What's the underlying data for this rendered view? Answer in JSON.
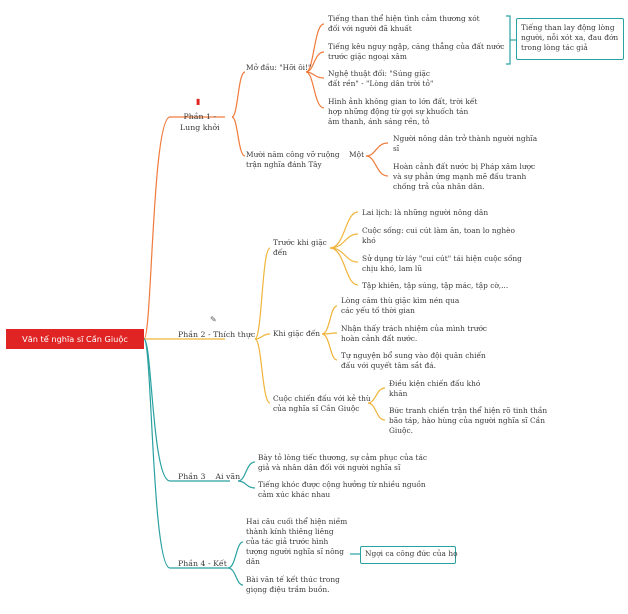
{
  "root": "Văn tế nghĩa sĩ Cần Giuộc",
  "p1": {
    "title": "Phần 1 -\nLung khởi",
    "mo_dau": "Mở đầu: \"Hỡi ôi!\"",
    "mo_dau_items": [
      "Tiếng than thể hiện tình cảm thương xót\nđối với người đã khuất",
      "Tiếng kêu nguy ngập, căng thẳng của đất nước\ntrước giặc ngoại xâm",
      "Nghệ thuật đối: \"Súng giặc\nđất rền\" - \"Lòng dân trời tỏ\"",
      "Hình ảnh không gian to lớn đất, trời kết\nhợp những động từ gợi sự khuốch tán\nâm thanh, ánh sáng rền, tỏ"
    ],
    "summary": "Tiếng than lay động lòng\nngười, nỗi xót xa, đau đớn\ntrong lòng tác giả",
    "muoi_nam": "Mười năm công vỡ ruộng    Một\ntrận nghĩa đánh Tây",
    "muoi_nam_items": [
      "Người nông dân trở thành người nghĩa\nsĩ",
      "Hoàn cảnh đất nước bị Pháp xâm lược\nvà sự phản ứng mạnh mẽ đấu tranh\nchống trả của nhân dân."
    ]
  },
  "p2": {
    "title": "Phần 2 - Thích thực",
    "truoc": "Trước khi giặc\nđến",
    "truoc_items": [
      "Lai lịch: là những người nông dân",
      "Cuộc sống: cui cút làm ăn, toan lo nghèo\nkhó",
      "Sử dụng từ láy \"cui cút\" tái hiện cuộc sống\nchịu khó, lam lũ",
      "Tập khiên, tập súng, tập mác, tập cờ,..."
    ],
    "khi": "Khi giặc đến",
    "khi_items": [
      "Lòng căm thù giặc kìm nén qua\ncác yếu tố thời gian",
      "Nhận thấy trách nhiệm của mình trước\nhoàn cảnh đất nước.",
      "Tự nguyện bổ sung vào đội quân chiến\nđấu với quyết tâm sắt đá."
    ],
    "cuoc": "Cuộc chiến đấu với kẻ thù\ncủa nghĩa sĩ Cần Giuộc",
    "cuoc_items": [
      "Điều kiện chiến đấu khó\nkhăn",
      "Bức tranh chiến trận thể hiện rõ tinh thần\nbão táp, hào hùng của người nghĩa sĩ Cần\nGiuộc."
    ]
  },
  "p3": {
    "title": "Phần 3    Ai vãn",
    "items": [
      "Bày tỏ lòng tiếc thương, sự cảm phục của tác\ngiả và nhân dân đối với người nghĩa sĩ",
      "Tiếng khóc được cộng hưởng từ nhiều nguồn\ncảm xúc khác nhau"
    ]
  },
  "p4": {
    "title": "Phần 4 - Kết",
    "items": [
      "Hai câu cuối thể hiện niềm\nthành kính thiêng liêng\ncủa tác giả trước hình\ntượng người nghĩa sĩ nông\ndân",
      "Bài văn tế kết thúc trong\ngiọng điệu trầm buồn."
    ],
    "summary": "Ngợi ca công đức của họ"
  },
  "colors": {
    "root": "#e02424",
    "p1": "#f07a3a",
    "p2": "#f0b43a",
    "p3": "#2aa1a1",
    "p4": "#2aa1a1"
  }
}
